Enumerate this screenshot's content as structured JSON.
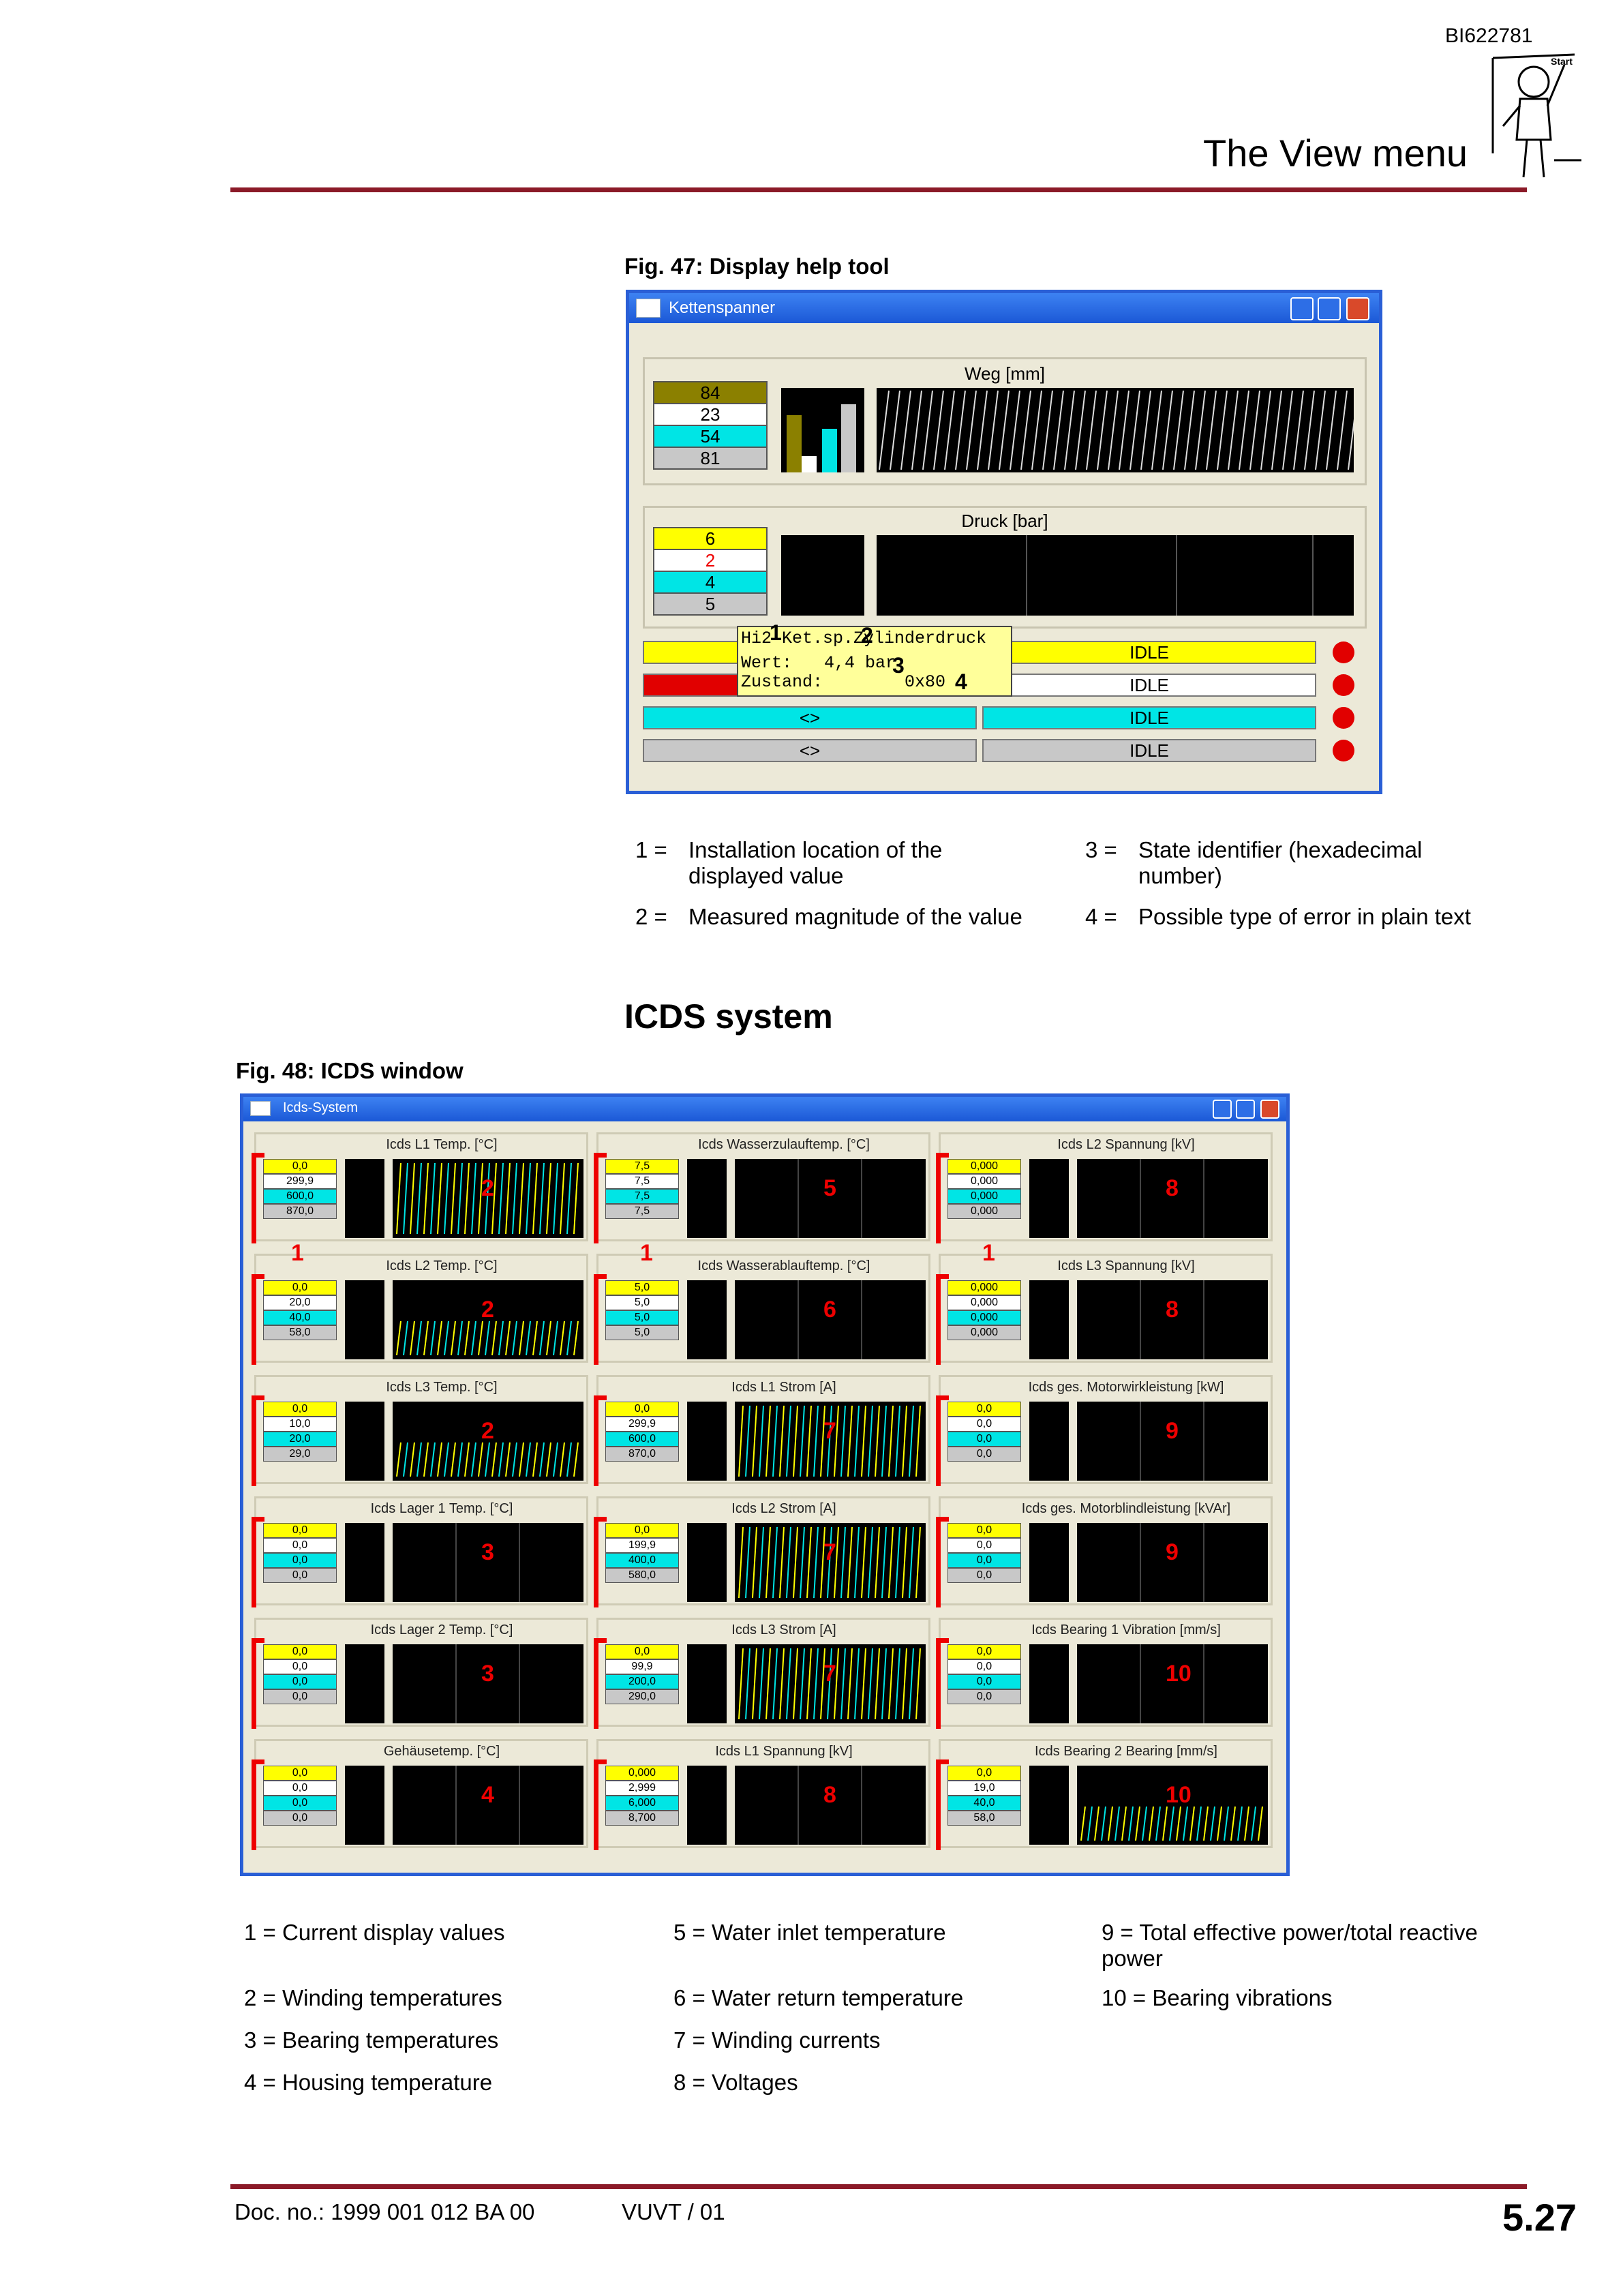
{
  "header": {
    "doc_id": "BI622781",
    "section_title": "The View menu",
    "mascot_label": "Start"
  },
  "fig47": {
    "caption": "Fig. 47:  Display help tool",
    "window_title": "Kettenspanner",
    "panel1": {
      "title": "Weg [mm]",
      "values": [
        "84",
        "23",
        "54",
        "81"
      ]
    },
    "panel2": {
      "title": "Druck [bar]",
      "values": [
        "6",
        "2",
        "4",
        "5"
      ]
    },
    "tooltip": {
      "line1": "Hi2 Ket.sp.Zylinderdruck",
      "line2_label": "Wert:",
      "line2_value": "4,4 bar",
      "line3_label": "Zustand:",
      "line3_value": "0x80",
      "markers": [
        "1",
        "2",
        "3",
        "4"
      ]
    },
    "rows": [
      {
        "left": "",
        "right": "IDLE"
      },
      {
        "left": "",
        "right": "IDLE"
      },
      {
        "left": "<>",
        "right": "IDLE"
      },
      {
        "left": "<>",
        "right": "IDLE"
      }
    ],
    "legend": [
      {
        "num": "1 =",
        "text": "Installation location of the displayed value"
      },
      {
        "num": "2 =",
        "text": "Measured magnitude of the value"
      },
      {
        "num": "3 =",
        "text": "State identifier (hexadecimal number)"
      },
      {
        "num": "4 =",
        "text": "Possible type of error in plain text"
      }
    ]
  },
  "icds": {
    "heading": "ICDS system",
    "caption": "Fig. 48:  ICDS window",
    "window_title": "Icds-System",
    "cells": [
      {
        "title": "Icds L1 Temp. [°C]",
        "vals": [
          "0,0",
          "299,9",
          "600,0",
          "870,0"
        ],
        "mark": "2"
      },
      {
        "title": "Icds Wasserzulauftemp. [°C]",
        "vals": [
          "7,5",
          "7,5",
          "7,5",
          "7,5"
        ],
        "mark": "5"
      },
      {
        "title": "Icds L2 Spannung [kV]",
        "vals": [
          "0,000",
          "0,000",
          "0,000",
          "0,000"
        ],
        "mark": "8"
      },
      {
        "title": "Icds L2 Temp. [°C]",
        "vals": [
          "0,0",
          "20,0",
          "40,0",
          "58,0"
        ],
        "mark": "2"
      },
      {
        "title": "Icds Wasserablauftemp. [°C]",
        "vals": [
          "5,0",
          "5,0",
          "5,0",
          "5,0"
        ],
        "mark": "6"
      },
      {
        "title": "Icds L3 Spannung [kV]",
        "vals": [
          "0,000",
          "0,000",
          "0,000",
          "0,000"
        ],
        "mark": "8"
      },
      {
        "title": "Icds L3 Temp. [°C]",
        "vals": [
          "0,0",
          "10,0",
          "20,0",
          "29,0"
        ],
        "mark": "2"
      },
      {
        "title": "Icds L1 Strom [A]",
        "vals": [
          "0,0",
          "299,9",
          "600,0",
          "870,0"
        ],
        "mark": "7"
      },
      {
        "title": "Icds ges. Motorwirkleistung [kW]",
        "vals": [
          "0,0",
          "0,0",
          "0,0",
          "0,0"
        ],
        "mark": "9"
      },
      {
        "title": "Icds Lager 1 Temp. [°C]",
        "vals": [
          "0,0",
          "0,0",
          "0,0",
          "0,0"
        ],
        "mark": "3"
      },
      {
        "title": "Icds L2 Strom [A]",
        "vals": [
          "0,0",
          "199,9",
          "400,0",
          "580,0"
        ],
        "mark": "7"
      },
      {
        "title": "Icds ges. Motorblindleistung [kVAr]",
        "vals": [
          "0,0",
          "0,0",
          "0,0",
          "0,0"
        ],
        "mark": "9"
      },
      {
        "title": "Icds Lager 2 Temp. [°C]",
        "vals": [
          "0,0",
          "0,0",
          "0,0",
          "0,0"
        ],
        "mark": "3"
      },
      {
        "title": "Icds L3 Strom [A]",
        "vals": [
          "0,0",
          "99,9",
          "200,0",
          "290,0"
        ],
        "mark": "7"
      },
      {
        "title": "Icds Bearing 1 Vibration [mm/s]",
        "vals": [
          "0,0",
          "0,0",
          "0,0",
          "0,0"
        ],
        "mark": "10"
      },
      {
        "title": "Gehäusetemp. [°C]",
        "vals": [
          "0,0",
          "0,0",
          "0,0",
          "0,0"
        ],
        "mark": "4"
      },
      {
        "title": "Icds L1 Spannung [kV]",
        "vals": [
          "0,000",
          "2,999",
          "6,000",
          "8,700"
        ],
        "mark": "8"
      },
      {
        "title": "Icds Bearing 2 Bearing [mm/s]",
        "vals": [
          "0,0",
          "19,0",
          "40,0",
          "58,0"
        ],
        "mark": "10"
      }
    ],
    "row_marks": [
      "1",
      "1",
      "1"
    ],
    "legend": [
      {
        "text": "1 = Current display values"
      },
      {
        "text": "2 = Winding temperatures"
      },
      {
        "text": "3 = Bearing temperatures"
      },
      {
        "text": "4 = Housing temperature"
      },
      {
        "text": "5 = Water inlet temperature"
      },
      {
        "text": "6 = Water return temperature"
      },
      {
        "text": "7 = Winding currents"
      },
      {
        "text": "8 = Voltages"
      },
      {
        "text": "9 =  Total effective power/total reactive power"
      },
      {
        "text": "10 = Bearing vibrations"
      }
    ]
  },
  "footer": {
    "doc_no": "Doc. no.: 1999 001 012 BA 00",
    "version": "VUVT / 01",
    "page": "5.27"
  },
  "colors": {
    "rule": "#8b1a28",
    "win_border": "#2a5fd6",
    "yellow": "#ffff00",
    "cyan": "#00e5e5",
    "gray": "#c8c8c8",
    "red": "#e10000",
    "olive": "#8b8000"
  }
}
